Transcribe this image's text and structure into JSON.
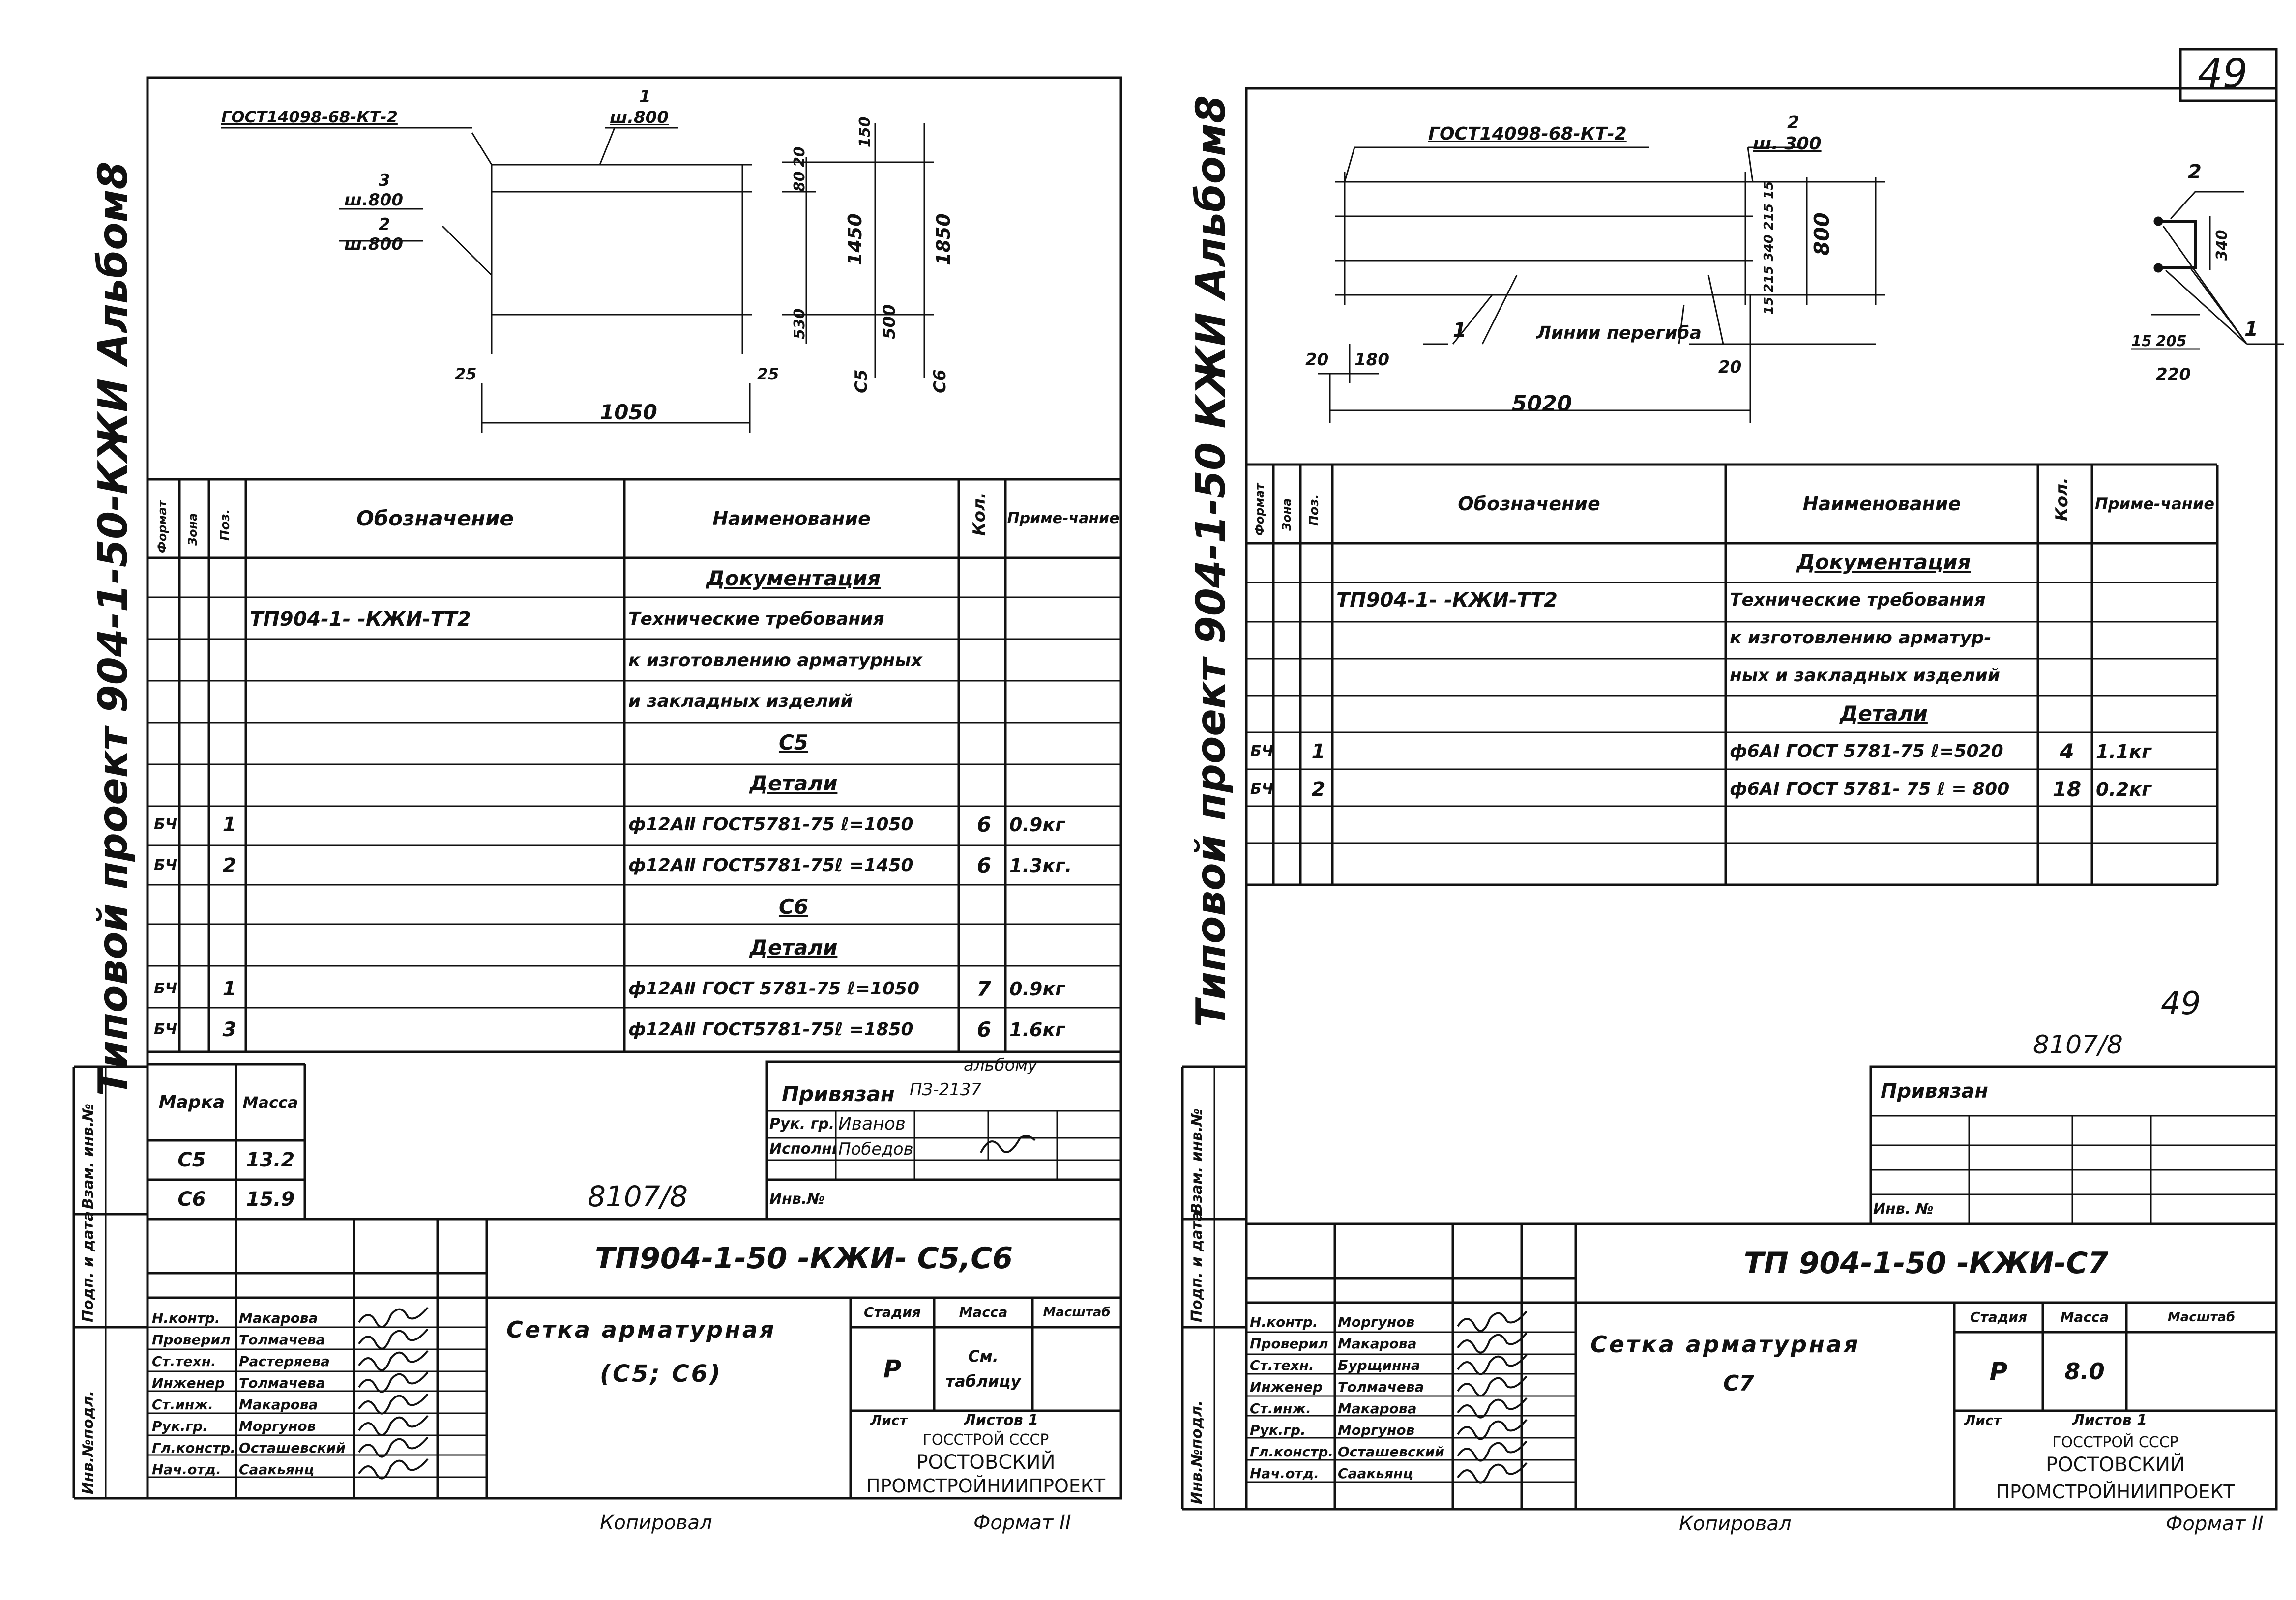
{
  "left": {
    "album_label": "Типовой проект 904-1-50-КЖИ Альбом8",
    "drawing": {
      "gost_label": "ГОСТ14098-68-КТ-2",
      "pos1_label": "1",
      "pos1_width": "ш.800",
      "pos3_label": "3",
      "pos3_width": "ш.800",
      "pos2_label": "2",
      "pos2_width": "ш.800",
      "dim_20": "20",
      "dim_150": "150",
      "dim_80": "80",
      "dim_1450": "1450",
      "dim_1850": "1850",
      "dim_530": "530",
      "dim_500": "500",
      "mark_c5": "С5",
      "mark_c6": "С6",
      "dim_25_left": "25",
      "dim_25_right": "25",
      "dim_1050": "1050"
    },
    "spec": {
      "headers": {
        "format": "Формат",
        "zone": "Зона",
        "pos": "Поз.",
        "designation": "Обозначение",
        "name": "Наименование",
        "qty": "Кол.",
        "note": "Приме-чание"
      },
      "rows": [
        {
          "format": "",
          "pos": "",
          "designation": "",
          "name": "Документация",
          "qty": "",
          "note": "",
          "center": true
        },
        {
          "format": "",
          "pos": "",
          "designation": "ТП904-1-   -КЖИ-ТТ2",
          "name": "Технические требования",
          "qty": "",
          "note": ""
        },
        {
          "format": "",
          "pos": "",
          "designation": "",
          "name": "к изготовлению арматурных",
          "qty": "",
          "note": ""
        },
        {
          "format": "",
          "pos": "",
          "designation": "",
          "name": "и закладных изделий",
          "qty": "",
          "note": ""
        },
        {
          "format": "",
          "pos": "",
          "designation": "",
          "name": "С5",
          "qty": "",
          "note": "",
          "center": true
        },
        {
          "format": "",
          "pos": "",
          "designation": "",
          "name": "Детали",
          "qty": "",
          "note": "",
          "center": true
        },
        {
          "format": "БЧ",
          "pos": "1",
          "designation": "",
          "name": "ф12АⅡ ГОСТ5781-75 ℓ=1050",
          "qty": "6",
          "note": "0.9кг"
        },
        {
          "format": "БЧ",
          "pos": "2",
          "designation": "",
          "name": "ф12АⅡ ГОСТ5781-75ℓ =1450",
          "qty": "6",
          "note": "1.3кг."
        },
        {
          "format": "",
          "pos": "",
          "designation": "",
          "name": "С6",
          "qty": "",
          "note": "",
          "center": true
        },
        {
          "format": "",
          "pos": "",
          "designation": "",
          "name": "Детали",
          "qty": "",
          "note": "",
          "center": true
        },
        {
          "format": "БЧ",
          "pos": "1",
          "designation": "",
          "name": "ф12АⅡ ГОСТ 5781-75 ℓ=1050",
          "qty": "7",
          "note": "0.9кг"
        },
        {
          "format": "БЧ",
          "pos": "3",
          "designation": "",
          "name": "ф12АⅡ ГОСТ5781-75ℓ =1850",
          "qty": "6",
          "note": "1.6кг"
        }
      ]
    },
    "mass_table": {
      "headers": [
        "Марка",
        "Масса"
      ],
      "rows": [
        [
          "С5",
          "13.2"
        ],
        [
          "С6",
          "15.9"
        ]
      ]
    },
    "side_labels": [
      "Взам. инв.№",
      "Подп. и дата",
      "Инв.№подл."
    ],
    "binding": {
      "album_note": "альбому",
      "title": "Привязан",
      "project": "ПЗ-2137",
      "rows": [
        [
          "Рук. гр.",
          "Иванов"
        ],
        [
          "Исполнил",
          "Победова"
        ]
      ],
      "inv": "Инв.№"
    },
    "page_number": "8107/8",
    "title_block": {
      "code": "ТП904-1-50   -КЖИ- С5,С6",
      "staff": [
        [
          "Н.контр.",
          "Макарова"
        ],
        [
          "Проверил",
          "Толмачева"
        ],
        [
          "Ст.техн.",
          "Растеряева"
        ],
        [
          "Инженер",
          "Толмачева"
        ],
        [
          "Ст.инж.",
          "Макарова"
        ],
        [
          "Рук.гр.",
          "Моргунов"
        ],
        [
          "Гл.констр.",
          "Осташевский"
        ],
        [
          "Нач.отд.",
          "Саакьянц"
        ]
      ],
      "name_line1": "Сетка арматурная",
      "name_line2": "(С5; С6)",
      "stage_h": "Стадия",
      "mass_h": "Масса",
      "scale_h": "Масштаб",
      "stage": "Р",
      "mass": "См. таблицу",
      "sheet": "Лист",
      "sheets": "Листов 1",
      "org1": "ГОССТРОЙ СССР",
      "org2": "РОСТОВСКИЙ",
      "org3": "ПРОМСТРОЙНИИПРОЕКТ"
    },
    "footer": {
      "copied": "Копировал",
      "format": "Формат II"
    }
  },
  "right": {
    "sheet_no": "49",
    "album_label": "Типовой проект 904-1-50 КЖИ Альбом8",
    "drawing": {
      "gost_label": "ГОСТ14098-68-КТ-2",
      "pos2_label": "2",
      "pos2_width": "ш. 300",
      "dims_right": "15 215 340 215 15",
      "dim_800": "800",
      "pos1_label": "1",
      "bend_label": "Линии перегиба",
      "dim_20a": "20",
      "dim_180": "180",
      "dim_20b": "20",
      "dim_5020": "5020",
      "section_label_2": "2",
      "section_dim_340": "340",
      "section_label_1": "1",
      "dim_15": "15",
      "dim_205": "205",
      "dim_220": "220"
    },
    "spec": {
      "headers": {
        "format": "Формат",
        "zone": "Зона",
        "pos": "Поз.",
        "designation": "Обозначение",
        "name": "Наименование",
        "qty": "Кол.",
        "note": "Приме-чание"
      },
      "rows": [
        {
          "format": "",
          "pos": "",
          "designation": "",
          "name": "Документация",
          "qty": "",
          "note": "",
          "center": true
        },
        {
          "format": "",
          "pos": "",
          "designation": "ТП904-1-   -КЖИ-ТТ2",
          "name": "Технические требования",
          "qty": "",
          "note": ""
        },
        {
          "format": "",
          "pos": "",
          "designation": "",
          "name": "к изготовлению арматур-",
          "qty": "",
          "note": ""
        },
        {
          "format": "",
          "pos": "",
          "designation": "",
          "name": "ных и закладных изделий",
          "qty": "",
          "note": ""
        },
        {
          "format": "",
          "pos": "",
          "designation": "",
          "name": "Детали",
          "qty": "",
          "note": "",
          "center": true
        },
        {
          "format": "БЧ",
          "pos": "1",
          "designation": "",
          "name": "ф6АⅠ ГОСТ 5781-75 ℓ=5020",
          "qty": "4",
          "note": "1.1кг"
        },
        {
          "format": "БЧ",
          "pos": "2",
          "designation": "",
          "name": "ф6АⅠ ГОСТ 5781- 75 ℓ = 800",
          "qty": "18",
          "note": "0.2кг"
        }
      ]
    },
    "page_number_a": "49",
    "page_number": "8107/8",
    "side_labels": [
      "Взам. инв.№",
      "Подп. и дата",
      "Инв.№подл."
    ],
    "binding": {
      "title": "Привязан",
      "inv": "Инв. №"
    },
    "title_block": {
      "code": "ТП 904-1-50   -КЖИ-С7",
      "staff": [
        [
          "Н.контр.",
          "Моргунов"
        ],
        [
          "Проверил",
          "Макарова"
        ],
        [
          "Ст.техн.",
          "Бурщинна"
        ],
        [
          "Инженер",
          "Толмачева"
        ],
        [
          "Ст.инж.",
          "Макарова"
        ],
        [
          "Рук.гр.",
          "Моргунов"
        ],
        [
          "Гл.констр.",
          "Осташевский"
        ],
        [
          "Нач.отд.",
          "Саакьянц"
        ]
      ],
      "name_line1": "Сетка арматурная",
      "name_line2": "С7",
      "stage_h": "Стадия",
      "mass_h": "Масса",
      "scale_h": "Масштаб",
      "stage": "Р",
      "mass": "8.0",
      "sheet": "Лист",
      "sheets": "Листов 1",
      "org1": "ГОССТРОЙ СССР",
      "org2": "РОСТОВСКИЙ",
      "org3": "ПРОМСТРОЙНИИПРОЕКТ"
    },
    "footer": {
      "copied": "Копировал",
      "format": "Формат II"
    }
  }
}
